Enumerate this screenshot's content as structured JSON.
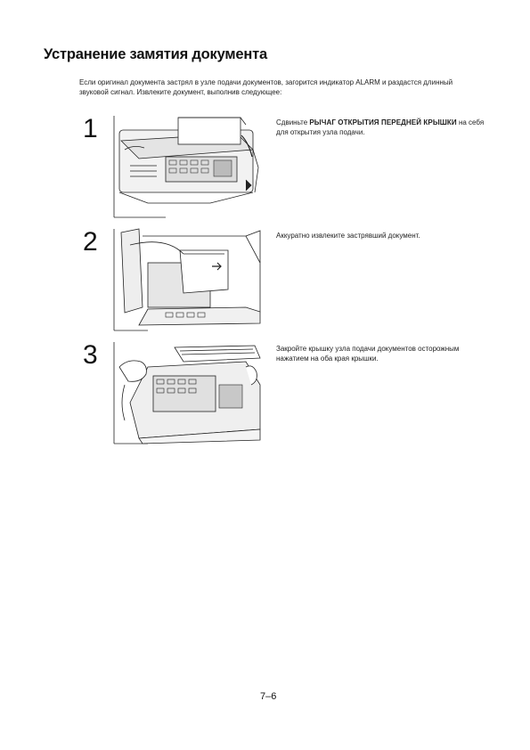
{
  "page": {
    "title": "Устранение замятия документа",
    "intro": "Если оригинал документа застрял в узле подачи документов, загорится индикатор ALARM и раздастся длинный звуковой сигнал. Извлеките документ, выполнив следующее:",
    "page_number": "7–6"
  },
  "steps": [
    {
      "number": "1",
      "text_before": "Сдвиньте ",
      "text_strong": "РЫЧАГ ОТКРЫТИЯ ПЕРЕДНЕЙ КРЫШКИ",
      "text_after": " на себя для открытия узла подачи."
    },
    {
      "number": "2",
      "text_before": "Аккуратно извлеките застрявший документ.",
      "text_strong": "",
      "text_after": ""
    },
    {
      "number": "3",
      "text_before": "Закройте крышку узла подачи документов осторожным нажатием на оба края крышки.",
      "text_strong": "",
      "text_after": ""
    }
  ]
}
